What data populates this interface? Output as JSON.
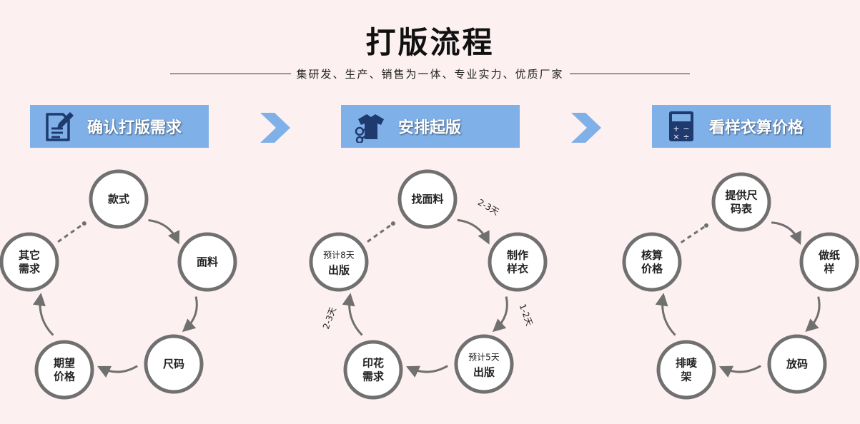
{
  "header": {
    "title": "打版流程",
    "subtitle": "集研发、生产、销售为一体、专业实力、优质厂家"
  },
  "steps": [
    {
      "label": "确认打版需求",
      "icon": "document-edit-icon"
    },
    {
      "label": "安排起版",
      "icon": "scissors-shirt-icon"
    },
    {
      "label": "看样衣算价格",
      "icon": "calculator-icon"
    }
  ],
  "colors": {
    "background": "#fcf0f1",
    "banner": "#7fb0e8",
    "chevron": "#7fb0e8",
    "node_border": "#707070",
    "arrow": "#707070",
    "icon_dark": "#1e3a6e"
  },
  "cycles": [
    {
      "nodes": [
        {
          "lines": [
            "款式"
          ]
        },
        {
          "lines": [
            "面料"
          ]
        },
        {
          "lines": [
            "尺码"
          ]
        },
        {
          "lines": [
            "期望",
            "价格"
          ]
        },
        {
          "lines": [
            "其它",
            "需求"
          ]
        }
      ],
      "edge_labels": [
        "",
        "",
        "",
        ""
      ]
    },
    {
      "nodes": [
        {
          "lines": [
            "找面料"
          ]
        },
        {
          "lines": [
            "制作",
            "样衣"
          ]
        },
        {
          "small": "预计5天",
          "lines": [
            "出版"
          ]
        },
        {
          "lines": [
            "印花",
            "需求"
          ]
        },
        {
          "small": "预计8天",
          "lines": [
            "出版"
          ]
        }
      ],
      "edge_labels": [
        "2-3天",
        "1-2天",
        "",
        "2-3天"
      ]
    },
    {
      "nodes": [
        {
          "lines": [
            "提供尺",
            "码表"
          ]
        },
        {
          "lines": [
            "做纸",
            "样"
          ]
        },
        {
          "lines": [
            "放码"
          ]
        },
        {
          "lines": [
            "排唛",
            "架"
          ]
        },
        {
          "lines": [
            "核算",
            "价格"
          ]
        }
      ],
      "edge_labels": [
        "",
        "",
        "",
        ""
      ]
    }
  ]
}
